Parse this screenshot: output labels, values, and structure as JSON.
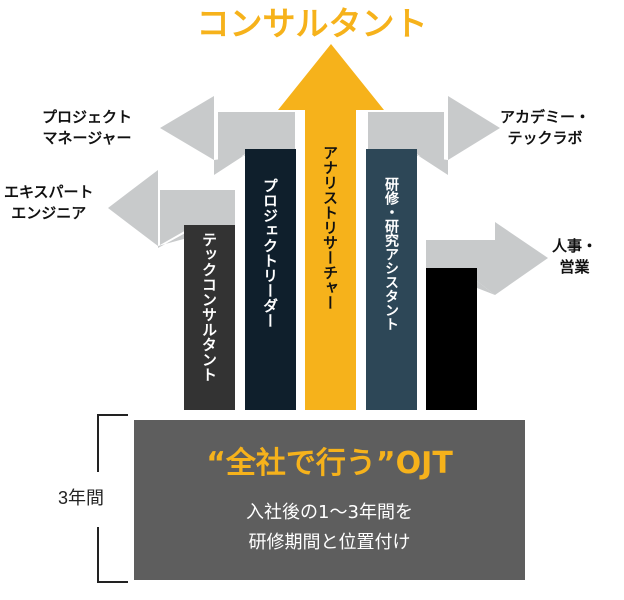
{
  "title": "コンサルタント",
  "colors": {
    "accent": "#f6b21b",
    "gray_arrow": "#c8cacb"
  },
  "columns": {
    "tech_consultant": "テックコンサルタント",
    "project_leader": "プロジェクトリーダー",
    "analyst_researcher": "アナリストリサーチャー",
    "training_assistant": "研修・研究アシスタント"
  },
  "branches": {
    "project_manager": [
      "プロジェクト",
      "マネージャー"
    ],
    "expert_engineer": [
      "エキスパート",
      "エンジニア"
    ],
    "academy": [
      "アカデミー・",
      "テックラボ"
    ],
    "hr_sales": [
      "人事・",
      "営業"
    ]
  },
  "base": {
    "heading": "“全社で行う”OJT",
    "line1": "入社後の1〜3年間を",
    "line2": "研修期間と位置付け"
  },
  "period_label": "3年間"
}
